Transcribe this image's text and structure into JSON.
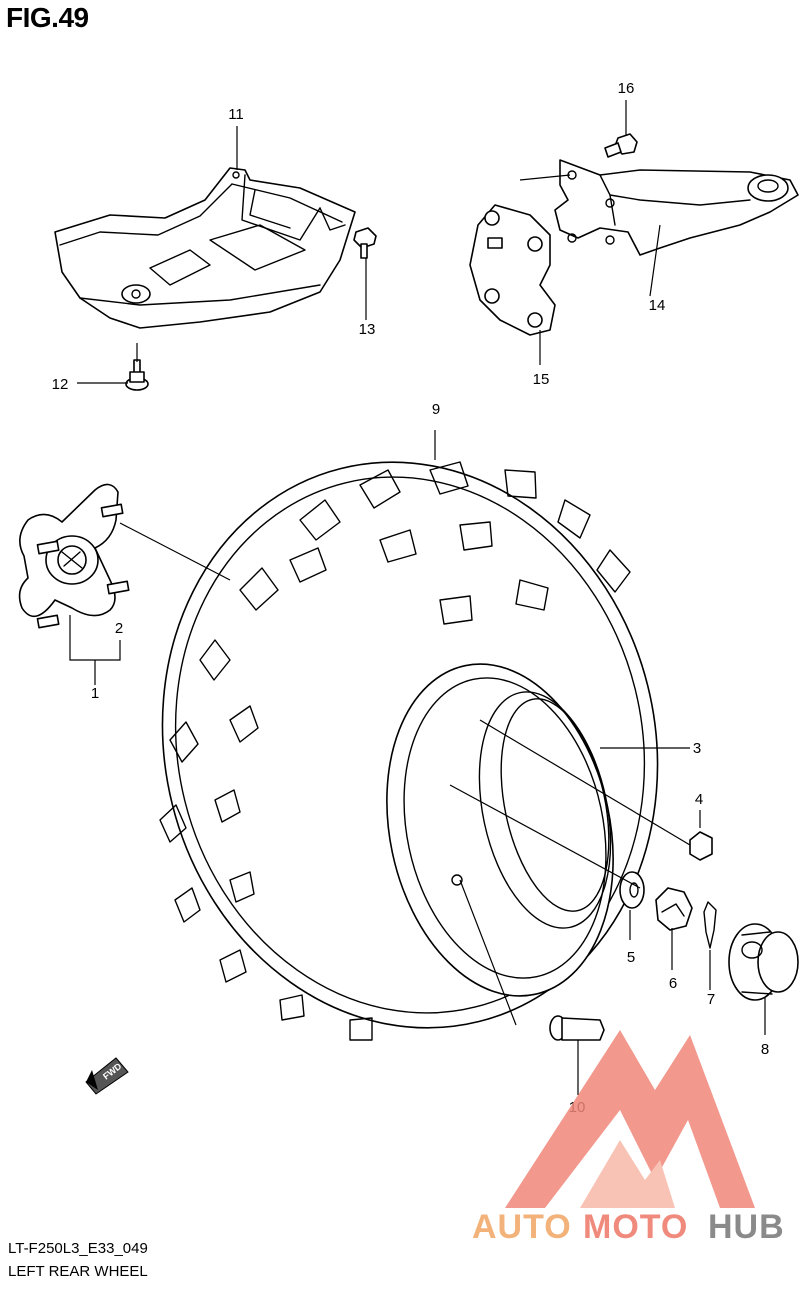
{
  "figure": {
    "title": "FIG.49"
  },
  "footer": {
    "code": "LT-F250L3_E33_049",
    "caption": "LEFT REAR WHEEL"
  },
  "callouts": [
    "1",
    "2",
    "3",
    "4",
    "5",
    "6",
    "7",
    "8",
    "9",
    "10",
    "11",
    "12",
    "13",
    "14",
    "15",
    "16"
  ],
  "direction_marker": {
    "label": "FWD"
  },
  "watermark": {
    "words": [
      "AUTO",
      "MOTO",
      "HUB"
    ],
    "colors": {
      "auto": "#f2b27a",
      "moto": "#ef8a7c",
      "hub": "#8a8a8a",
      "logo": "#f0877a"
    }
  }
}
